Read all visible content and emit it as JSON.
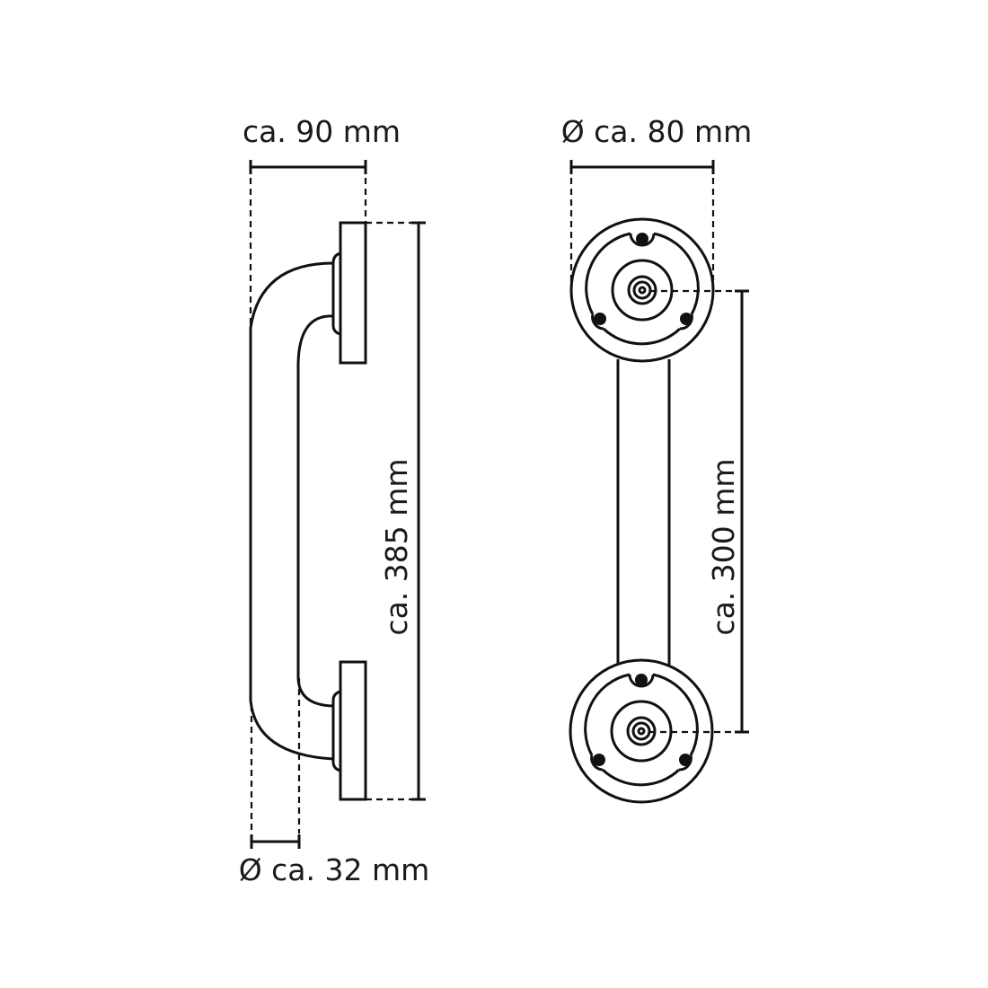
{
  "labels": {
    "width": "ca. 90 mm",
    "plate_diameter": "Ø ca. 80 mm",
    "length": "ca. 385 mm",
    "hole_distance": "ca. 300 mm",
    "tube_diameter": "Ø ca. 32 mm"
  },
  "colors": {
    "line": "#111111",
    "background": "#ffffff"
  }
}
